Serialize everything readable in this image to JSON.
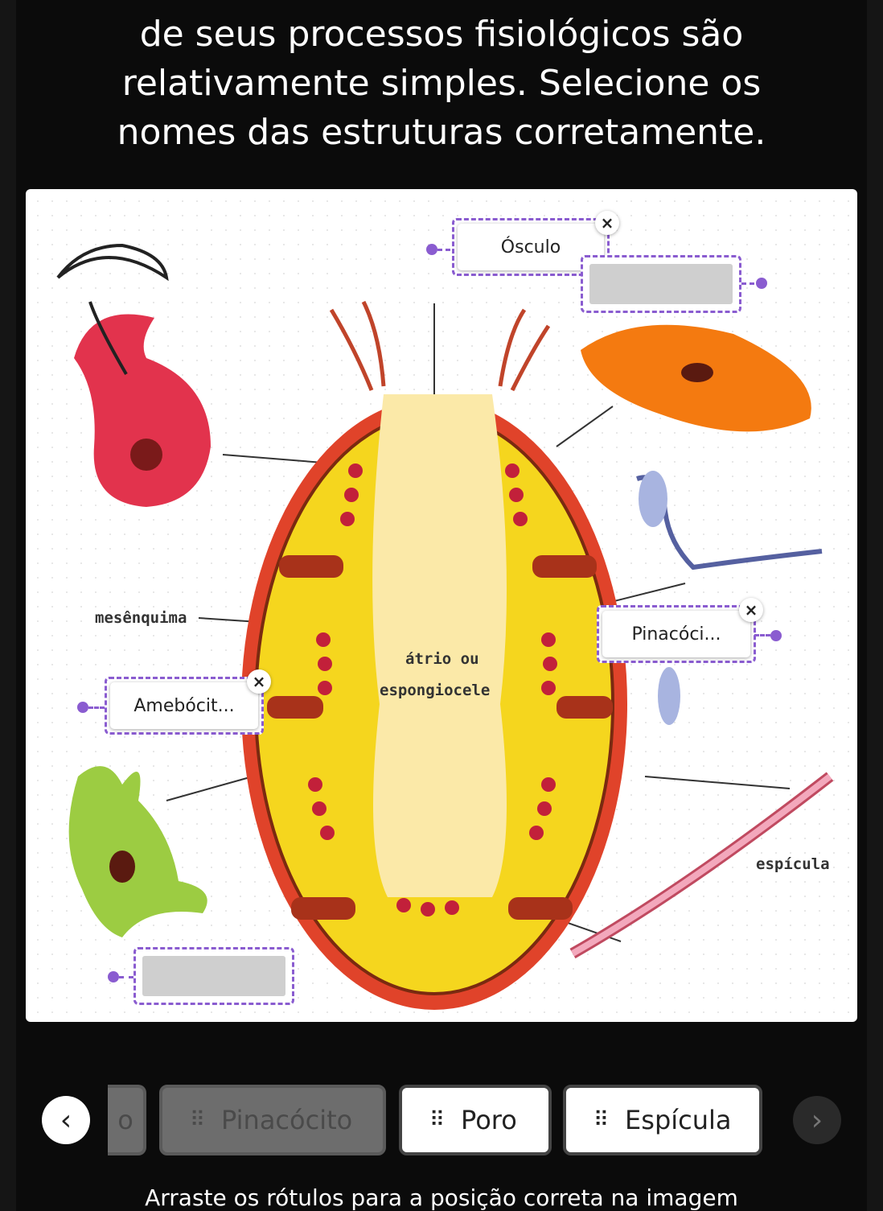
{
  "question": {
    "line_partial": "…",
    "line1": "de seus processos fisiológicos são",
    "line2": "relativamente simples. Selecione os",
    "line3": "nomes das estruturas corretamente."
  },
  "diagram_labels": {
    "mesenquima": "mesênquima",
    "atrio_line1": "átrio ou",
    "atrio_line2": "espongiocele",
    "espicula": "espícula"
  },
  "drop_zones": [
    {
      "id": "top",
      "placed_label": "Ósculo"
    },
    {
      "id": "top-right",
      "placed_label": ""
    },
    {
      "id": "right",
      "placed_label": "Pinacóci..."
    },
    {
      "id": "left",
      "placed_label": "Amebócit..."
    },
    {
      "id": "bottom-left",
      "placed_label": ""
    }
  ],
  "close_symbol": "×",
  "options": {
    "partial": "o",
    "items": [
      {
        "label": "Pinacócito",
        "state": "used"
      },
      {
        "label": "Poro",
        "state": "available"
      },
      {
        "label": "Espícula",
        "state": "available"
      }
    ],
    "handle": "⠿",
    "prev": "‹",
    "next": "›"
  },
  "footer": "Arraste os rótulos para a posição correta na imagem",
  "colors": {
    "accent": "#8a5cd0",
    "background": "#0b0b0b"
  }
}
